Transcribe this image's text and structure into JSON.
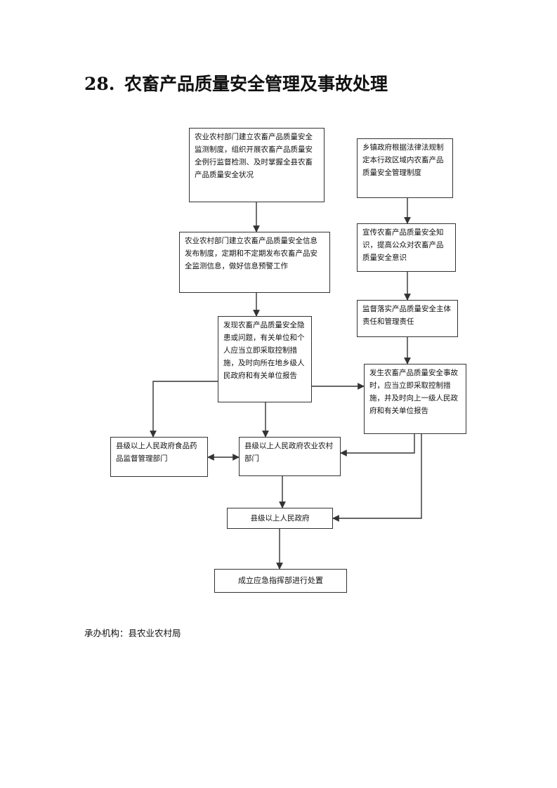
{
  "title": {
    "number": "28.",
    "text": "农畜产品质量安全管理及事故处理"
  },
  "nodes": {
    "n1": "农业农村部门建立农畜产品质量安全监测制度，组织开展农畜产品质量安全例行监督检测、及时掌握全县农畜产品质量安全状况",
    "n2": "农业农村部门建立农畜产品质量安全信息发布制度，定期和不定期发布农畜产品安全监测信息，做好信息预警工作",
    "n3": "发现农畜产品质量安全隐患或问题，有关单位和个人应当立即采取控制措施，及时向所在地乡级人民政府和有关单位报告",
    "n4": "乡镇政府根据法律法规制定本行政区域内农畜产品质量安全管理制度",
    "n5": "宣传农畜产品质量安全知识，提高公众对农畜产品质量安全意识",
    "n6": "监督落实产品质量安全主体责任和管理责任",
    "n7": "发生农畜产品质量安全事故时，应当立即采取控制措施，并及时向上一级人民政府和有关单位报告",
    "n8": "县级以上人民政府食品药品监督管理部门",
    "n9": "县级以上人民政府农业农村部门",
    "n10": "县级以上人民政府",
    "n11": "成立应急指挥部进行处置"
  },
  "footer": "承办机构：县农业农村局"
}
